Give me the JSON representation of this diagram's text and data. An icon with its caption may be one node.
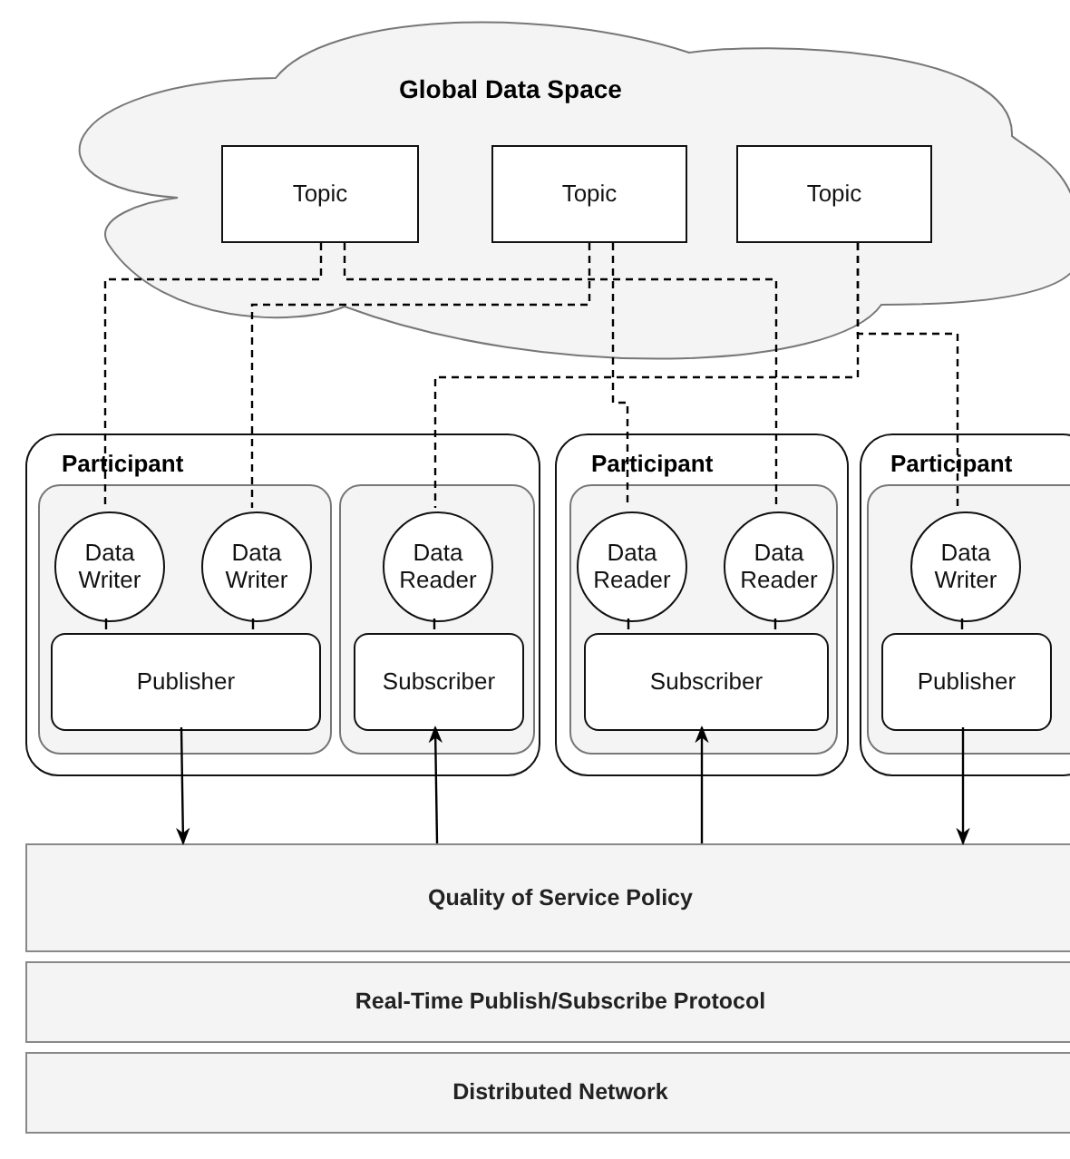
{
  "diagram": {
    "nodes": [
      {
        "text": [
          "Global Data Space"
        ]
      },
      {
        "text": [
          "Topic"
        ],
        "in": 0
      },
      {
        "text": [
          "Topic"
        ],
        "in": 0
      },
      {
        "text": [
          "Topic"
        ],
        "in": 0
      },
      {
        "text": [
          "Participant"
        ]
      },
      {
        "text": [],
        "shape": "box",
        "in": 4
      },
      {
        "text": [
          "Data Writer"
        ],
        "in": 5
      },
      {
        "text": [
          "Data Writer"
        ],
        "in": 5
      },
      {
        "text": [
          "Publisher"
        ],
        "in": 5
      },
      {
        "text": [],
        "shape": "box",
        "in": 4
      },
      {
        "text": [
          "Data Reader"
        ],
        "in": 9
      },
      {
        "text": [
          "Subscriber"
        ],
        "in": 9
      },
      {
        "text": [
          "Participant"
        ]
      },
      {
        "text": [],
        "shape": "box",
        "in": 12
      },
      {
        "text": [
          "Data Reader"
        ],
        "in": 13
      },
      {
        "text": [
          "Data Reader"
        ],
        "in": 13
      },
      {
        "text": [
          "Subscriber"
        ],
        "in": 13
      },
      {
        "text": [
          "Participant"
        ]
      },
      {
        "text": [],
        "shape": "box",
        "in": 17
      },
      {
        "text": [
          "Data Writer"
        ],
        "in": 18
      },
      {
        "text": [
          "Publisher"
        ],
        "in": 18
      },
      {
        "text": [
          "Quality of Service Policy"
        ]
      },
      {
        "text": [
          "Real-Time Publish/Subscribe Protocol"
        ]
      },
      {
        "text": [
          "Distributed Network"
        ]
      }
    ],
    "edges": [
      {
        "from": 1,
        "to": 6,
        "arrow": "none",
        "style": "dashed"
      },
      {
        "from": 1,
        "to": 15,
        "arrow": "none",
        "style": "dashed"
      },
      {
        "from": 2,
        "to": 7,
        "arrow": "none",
        "style": "dashed"
      },
      {
        "from": 2,
        "to": 14,
        "arrow": "none",
        "style": "dashed"
      },
      {
        "from": 3,
        "to": 10,
        "arrow": "none",
        "style": "dashed"
      },
      {
        "from": 3,
        "to": 19,
        "arrow": "none",
        "style": "dashed"
      },
      {
        "from": 6,
        "to": 8,
        "arrow": "none"
      },
      {
        "from": 7,
        "to": 8,
        "arrow": "none"
      },
      {
        "from": 10,
        "to": 11,
        "arrow": "none"
      },
      {
        "from": 14,
        "to": 16,
        "arrow": "none"
      },
      {
        "from": 15,
        "to": 16,
        "arrow": "none"
      },
      {
        "from": 19,
        "to": 20,
        "arrow": "none"
      },
      {
        "from": 8,
        "to": 21,
        "arrow": "to"
      },
      {
        "from": 21,
        "to": 11,
        "arrow": "to"
      },
      {
        "from": 21,
        "to": 16,
        "arrow": "to"
      },
      {
        "from": 20,
        "to": 21,
        "arrow": "to"
      }
    ]
  }
}
